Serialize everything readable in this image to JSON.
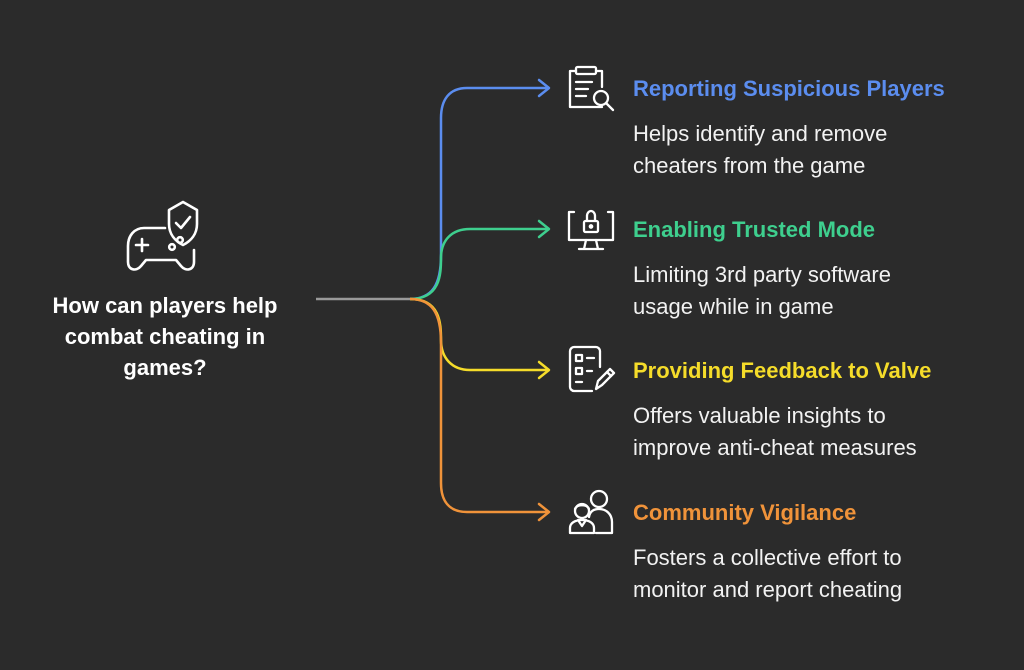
{
  "question_lines": [
    "How can players help",
    "combat cheating in",
    "games?"
  ],
  "root_icon": "gamepad-shield-icon",
  "branches": [
    {
      "title": "Reporting Suspicious Players",
      "desc_lines": [
        "Helps identify and remove",
        "cheaters from the game"
      ],
      "icon": "clipboard-search-icon",
      "color": "#5b8def"
    },
    {
      "title": "Enabling Trusted Mode",
      "desc_lines": [
        "Limiting 3rd party software",
        "usage while in game"
      ],
      "icon": "monitor-lock-icon",
      "color": "#3ecf8e"
    },
    {
      "title": "Providing Feedback to Valve",
      "desc_lines": [
        "Offers valuable insights to",
        "improve anti-cheat measures"
      ],
      "icon": "checklist-pencil-icon",
      "color": "#f5dc2a"
    },
    {
      "title": "Community Vigilance",
      "desc_lines": [
        "Fosters a collective effort to",
        "monitor and report cheating"
      ],
      "icon": "people-group-icon",
      "color": "#f0933a"
    }
  ],
  "colors": {
    "background": "#2b2b2b",
    "connector": "#9a9a9a",
    "icon_stroke": "#ffffff"
  }
}
